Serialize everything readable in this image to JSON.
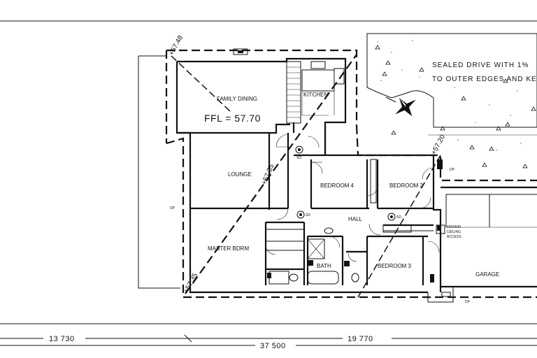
{
  "plan": {
    "rooms": {
      "family_dining": "FAMILY DINING",
      "kitchen": "KITCHEN",
      "lounge": "LOUNGE",
      "bedroom_4": "BEDROOM 4",
      "bedroom_2": "BEDROOM 2",
      "hall": "HALL",
      "master_bdrm": "MASTER BDRM",
      "bath": "BATH",
      "bedroom_3": "BEDROOM 3",
      "garage": "GARAGE"
    },
    "ffl": "FFL = 57.70",
    "levels": [
      "+57.48",
      "+57.35",
      "+57.20",
      "+57.35"
    ],
    "drive_note": [
      "SEALED DRIVE WITH 1%",
      "TO OUTER EDGES AND KE"
    ],
    "symbols": {
      "smoke_detector": "SD",
      "downpipe": "DP",
      "ceiling_access": [
        "600X600",
        "CEILING",
        "ACCESS"
      ]
    },
    "dimensions": [
      "13 730",
      "19 770",
      "37 500"
    ]
  }
}
